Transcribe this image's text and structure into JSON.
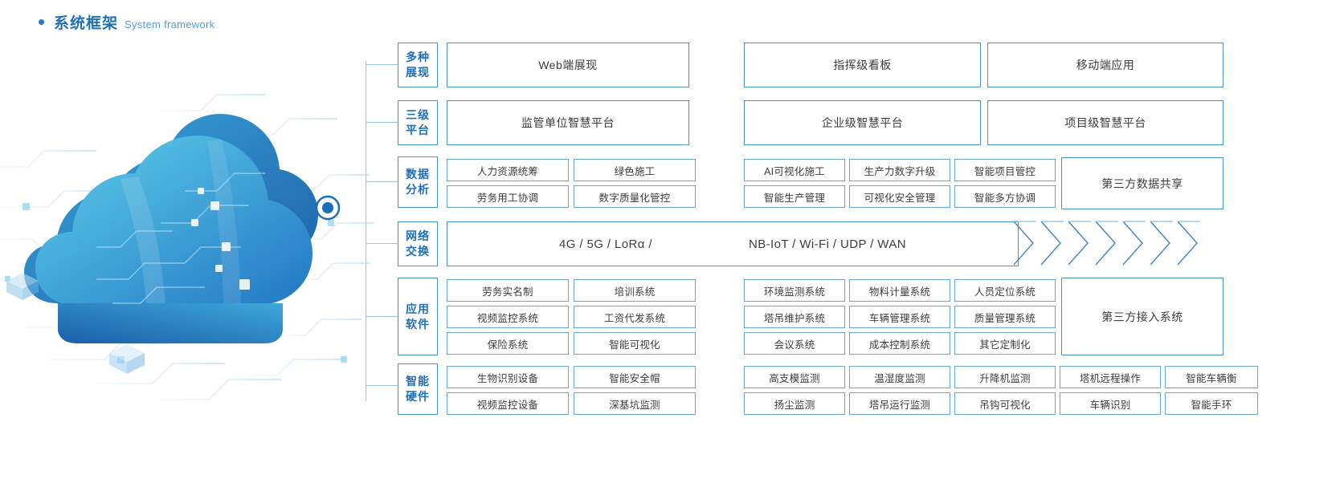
{
  "heading": {
    "bullet": "bullet-dot",
    "title_cn": "系统框架",
    "title_en": "System framework"
  },
  "artwork": {
    "name": "cloud-network-illustration",
    "node_label": "cloud-node-dot"
  },
  "colors": {
    "accent": "#1e6fb8",
    "border": "#4a90c9",
    "border_light": "#6aa7d8",
    "text": "#3c3c3c",
    "cloud_dark": "#1a5fa8",
    "cloud_mid": "#2f8ccb",
    "cloud_light": "#57c3e3"
  },
  "layers": [
    {
      "id": "presentation",
      "label": [
        "多种",
        "展现"
      ],
      "kind": "big",
      "items": [
        "Web端展现",
        "指挥级看板",
        "移动端应用"
      ]
    },
    {
      "id": "platform",
      "label": [
        "三级",
        "平台"
      ],
      "kind": "big",
      "items": [
        "监管单位智慧平台",
        "企业级智慧平台",
        "项目级智慧平台"
      ]
    },
    {
      "id": "data-analysis",
      "label": [
        "数据",
        "分析"
      ],
      "kind": "grid",
      "left_group": [
        [
          "人力资源统筹",
          "绿色施工"
        ],
        [
          "劳务用工协调",
          "数字质量化管控"
        ]
      ],
      "right_group": [
        [
          "AI可视化施工",
          "生产力数字升级",
          "智能项目管控"
        ],
        [
          "智能生产管理",
          "可视化安全管理",
          "智能多方协调"
        ]
      ],
      "side_box": "第三方数据共享"
    },
    {
      "id": "network",
      "label": [
        "网络",
        "交换"
      ],
      "kind": "network",
      "texts": [
        "4G / 5G / LoRα /",
        "NB-IoT / Wi-Fi / UDP / WAN"
      ],
      "chevron_count": 7
    },
    {
      "id": "application-software",
      "label": [
        "应用",
        "软件"
      ],
      "kind": "grid",
      "left_group": [
        [
          "劳务实名制",
          "培训系统"
        ],
        [
          "视频监控系统",
          "工资代发系统"
        ],
        [
          "保险系统",
          "智能可视化"
        ]
      ],
      "right_group": [
        [
          "环境监测系统",
          "物料计量系统",
          "人员定位系统"
        ],
        [
          "塔吊维护系统",
          "车辆管理系统",
          "质量管理系统"
        ],
        [
          "会议系统",
          "成本控制系统",
          "其它定制化"
        ]
      ],
      "side_box": "第三方接入系统"
    },
    {
      "id": "smart-hardware",
      "label": [
        "智能",
        "硬件"
      ],
      "kind": "grid-wide",
      "left_group": [
        [
          "生物识别设备",
          "智能安全帽"
        ],
        [
          "视频监控设备",
          "深基坑监测"
        ]
      ],
      "right_group": [
        [
          "高支模监测",
          "温湿度监测",
          "升降机监测",
          "塔机远程操作",
          "智能车辆衡"
        ],
        [
          "扬尘监测",
          "塔吊运行监测",
          "吊钩可视化",
          "车辆识别",
          "智能手环"
        ]
      ]
    }
  ]
}
